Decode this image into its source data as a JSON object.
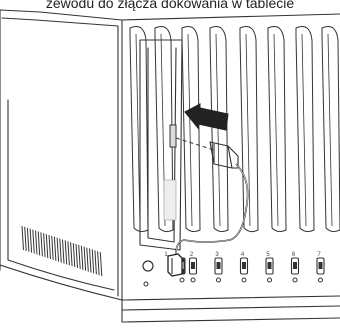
{
  "caption": "zewodu do złącza dokowania w tablecie",
  "port_labels": [
    "1",
    "2",
    "3",
    "4",
    "5",
    "6",
    "7"
  ],
  "colors": {
    "line": "#333333",
    "fill_gray": "#dddddd",
    "arrow": "#222222",
    "background": "#ffffff"
  },
  "icons": {
    "arrow": "insert-direction-arrow",
    "cable": "usb-cable",
    "plug": "lightning-connector"
  }
}
